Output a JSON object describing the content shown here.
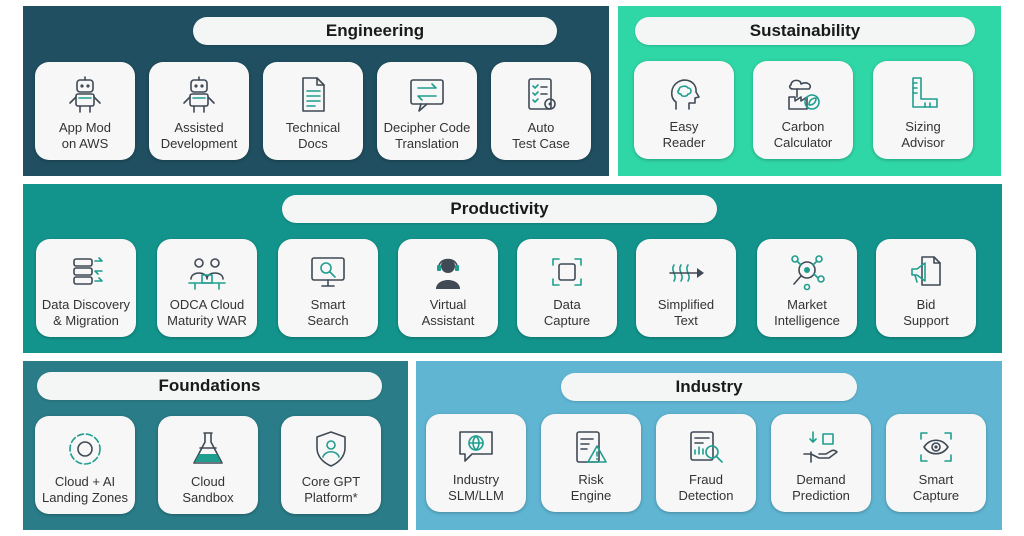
{
  "colors": {
    "engineering": "#1f4f60",
    "sustainability": "#2fd6a6",
    "productivity": "#12948c",
    "foundations": "#2a7c88",
    "industry": "#5fb5d2",
    "icon_stroke": "#3f4a55",
    "icon_accent": "#1f9e8f"
  },
  "engineering": {
    "title": "Engineering",
    "cards": [
      {
        "label": "App Mod\non AWS",
        "icon": "robot-icon"
      },
      {
        "label": "Assisted\nDevelopment",
        "icon": "robot-icon"
      },
      {
        "label": "Technical\nDocs",
        "icon": "document-icon"
      },
      {
        "label": "Decipher Code\nTranslation",
        "icon": "translate-arrows-icon"
      },
      {
        "label": "Auto\nTest Case",
        "icon": "checklist-gear-icon"
      }
    ]
  },
  "sustainability": {
    "title": "Sustainability",
    "cards": [
      {
        "label": "Easy\nReader",
        "icon": "head-brain-icon"
      },
      {
        "label": "Carbon\nCalculator",
        "icon": "factory-leaf-icon"
      },
      {
        "label": "Sizing\nAdvisor",
        "icon": "ruler-icon"
      }
    ]
  },
  "productivity": {
    "title": "Productivity",
    "cards": [
      {
        "label": "Data Discovery\n& Migration",
        "icon": "database-arrows-icon"
      },
      {
        "label": "ODCA Cloud\nMaturity WAR",
        "icon": "team-meeting-icon"
      },
      {
        "label": "Smart\nSearch",
        "icon": "search-screen-icon"
      },
      {
        "label": "Virtual\nAssistant",
        "icon": "headset-agent-icon"
      },
      {
        "label": "Data\nCapture",
        "icon": "capture-frame-icon"
      },
      {
        "label": "Simplified\nText",
        "icon": "text-simplify-icon"
      },
      {
        "label": "Market\nIntelligence",
        "icon": "network-search-icon"
      },
      {
        "label": "Bid\nSupport",
        "icon": "megaphone-document-icon"
      }
    ]
  },
  "foundations": {
    "title": "Foundations",
    "cards": [
      {
        "label": "Cloud + AI\nLanding Zones",
        "icon": "target-circle-icon"
      },
      {
        "label": "Cloud\nSandbox",
        "icon": "flask-icon"
      },
      {
        "label": "Core GPT\nPlatform*",
        "icon": "shield-user-icon"
      }
    ]
  },
  "industry": {
    "title": "Industry",
    "cards": [
      {
        "label": "Industry\nSLM/LLM",
        "icon": "globe-chat-icon"
      },
      {
        "label": "Risk\nEngine",
        "icon": "risk-report-icon"
      },
      {
        "label": "Fraud\nDetection",
        "icon": "fraud-search-icon"
      },
      {
        "label": "Demand\nPrediction",
        "icon": "demand-hand-icon"
      },
      {
        "label": "Smart\nCapture",
        "icon": "eye-frame-icon"
      }
    ]
  }
}
